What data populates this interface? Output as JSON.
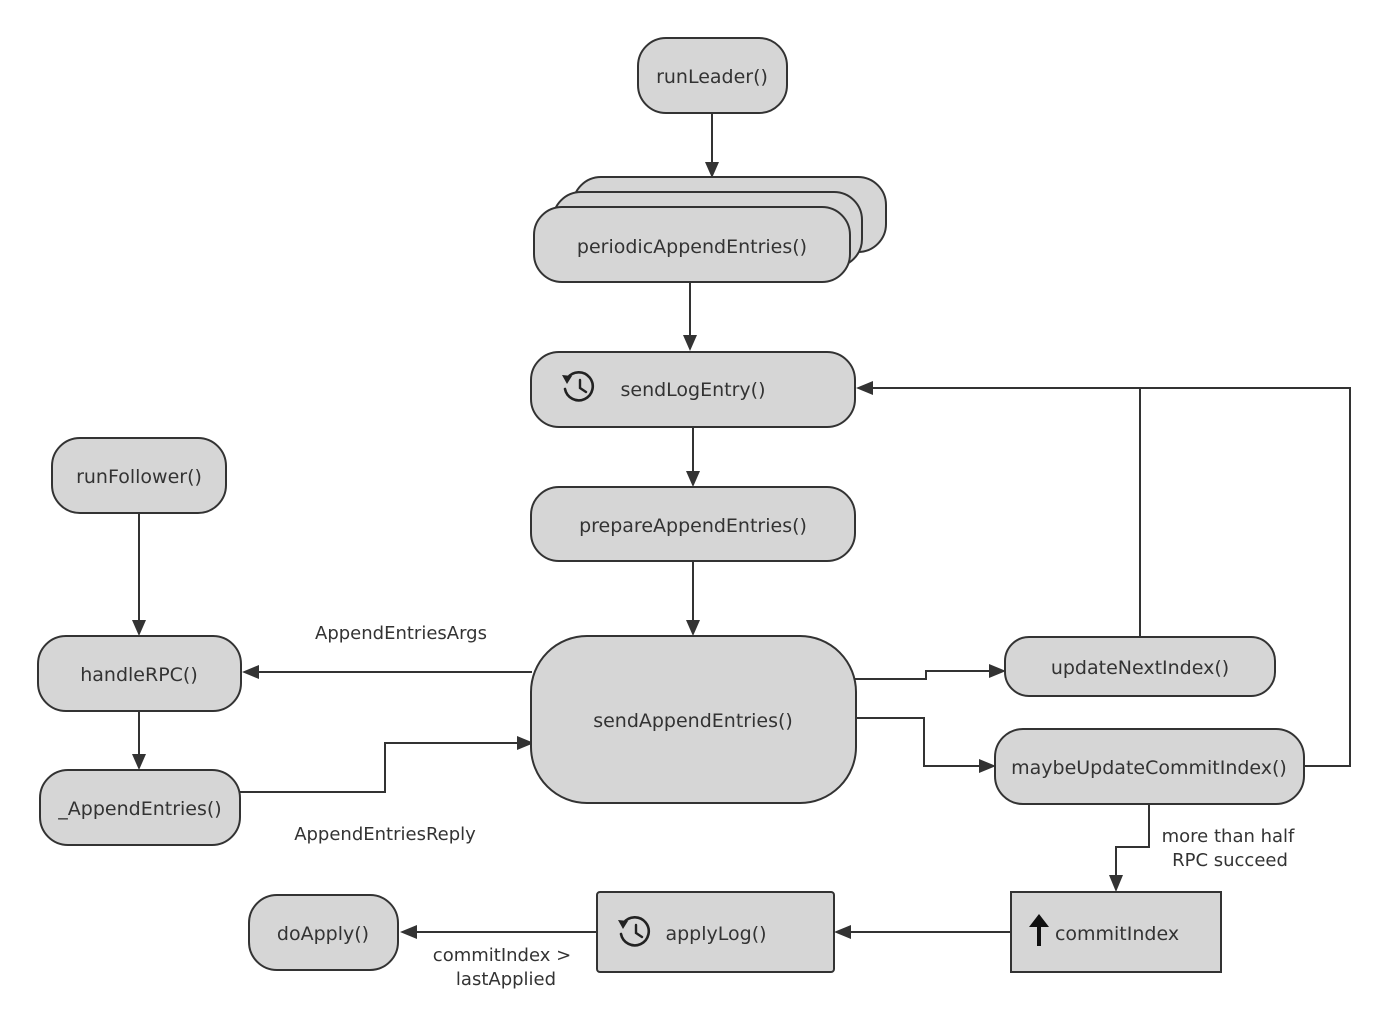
{
  "nodes": {
    "run_leader": "runLeader()",
    "periodic_append_entries": "periodicAppendEntries()",
    "send_log_entry": "sendLogEntry()",
    "prepare_append_entries": "prepareAppendEntries()",
    "send_append_entries": "sendAppendEntries()",
    "update_next_index": "updateNextIndex()",
    "maybe_update_commit_index": "maybeUpdateCommitIndex()",
    "commit_index": "commitIndex",
    "apply_log": "applyLog()",
    "do_apply": "doApply()",
    "run_follower": "runFollower()",
    "handle_rpc": "handleRPC()",
    "append_entries": "_AppendEntries()"
  },
  "edge_labels": {
    "append_entries_args": "AppendEntriesArgs",
    "append_entries_reply": "AppendEntriesReply",
    "majority_line1": "more than half",
    "majority_line2": "RPC succeed",
    "apply_condition_line1": "commitIndex >",
    "apply_condition_line2": "lastApplied"
  },
  "icons": {
    "send_log_entry": "history-clock-icon",
    "apply_log": "history-clock-icon",
    "commit_index": "arrow-up-icon"
  },
  "colors": {
    "node_fill": "#d6d6d6",
    "stroke": "#333333",
    "text": "#333333"
  }
}
